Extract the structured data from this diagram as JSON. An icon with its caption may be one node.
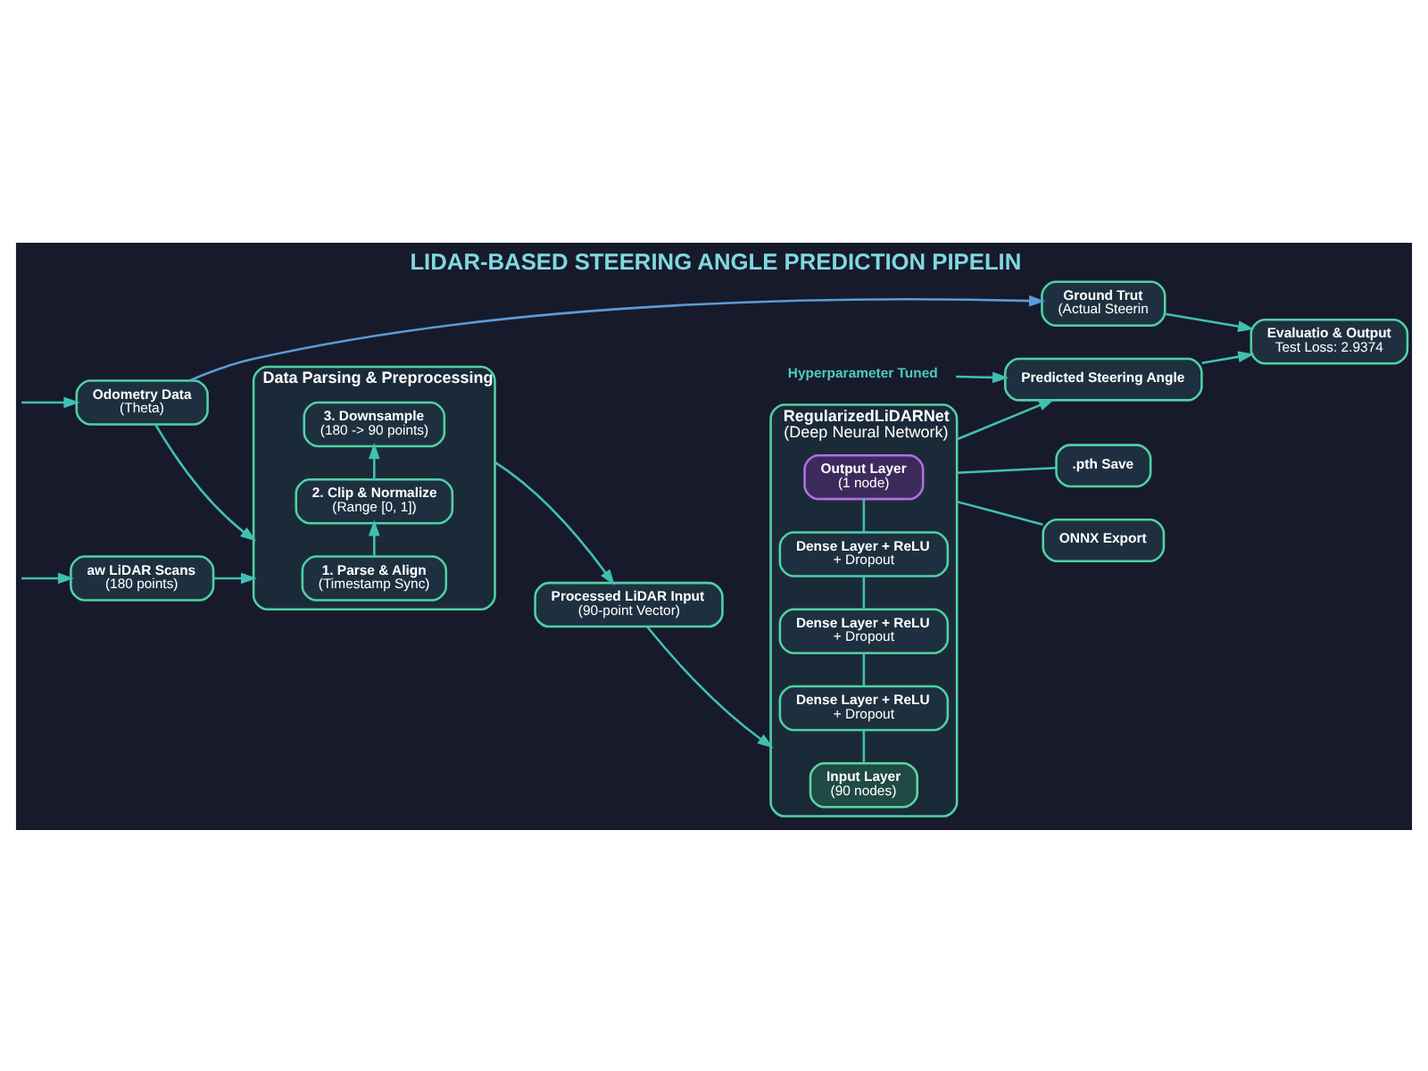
{
  "diagram": {
    "title": "LIDAR-BASED STEERING ANGLE PREDICTION PIPELIN",
    "nodes": [
      {
        "text": [
          "aw LiDAR Scans",
          "(180 points)"
        ]
      },
      {
        "text": [
          "Odometry Data",
          "(Theta)"
        ]
      },
      {
        "text": [
          "Data Parsing & Preprocessing"
        ]
      },
      {
        "text": [
          "1. Parse & Align",
          "(Timestamp Sync)"
        ],
        "in": 2
      },
      {
        "text": [
          "2. Clip & Normalize",
          "(Range [0, 1])"
        ],
        "in": 2
      },
      {
        "text": [
          "3. Downsample",
          "(180 -> 90 points)"
        ],
        "in": 2
      },
      {
        "text": [
          "Processed LiDAR Input",
          "(90-point Vector)"
        ]
      },
      {
        "text": [
          "RegularizedLiDARNet",
          "(Deep Neural Network)"
        ]
      },
      {
        "text": [
          "Input Layer",
          "(90 nodes)"
        ],
        "in": 7
      },
      {
        "text": [
          "Dense Layer + ReLU",
          "+ Dropout"
        ],
        "in": 7
      },
      {
        "text": [
          "Dense Layer + ReLU",
          "+ Dropout"
        ],
        "in": 7
      },
      {
        "text": [
          "Dense Layer + ReLU",
          "+ Dropout"
        ],
        "in": 7
      },
      {
        "text": [
          "Output Layer",
          "(1 node)"
        ],
        "in": 7
      },
      {
        "text": [
          "Hyperparameter Tuned"
        ]
      },
      {
        "text": [
          "Predicted Steering Angle"
        ]
      },
      {
        "text": [
          "Evaluatio & Output",
          "Test Loss: 2.9374"
        ]
      },
      {
        "text": [
          "Ground Trut",
          "(Actual Steerin"
        ]
      },
      {
        "text": [
          "ONNX Export"
        ]
      },
      {
        "text": [
          ".pth Save"
        ]
      }
    ],
    "edges": [
      {
        "from": null,
        "to": 0,
        "arrow": "to"
      },
      {
        "from": null,
        "to": 1,
        "arrow": "to"
      },
      {
        "from": 0,
        "to": 2,
        "arrow": "to"
      },
      {
        "from": 1,
        "to": 2,
        "arrow": "to"
      },
      {
        "from": 3,
        "to": 4,
        "arrow": "to"
      },
      {
        "from": 4,
        "to": 5,
        "arrow": "to"
      },
      {
        "from": 2,
        "to": 6,
        "arrow": "to"
      },
      {
        "from": 6,
        "to": 7,
        "arrow": "to"
      },
      {
        "from": 8,
        "to": 9,
        "arrow": "none"
      },
      {
        "from": 9,
        "to": 10,
        "arrow": "none"
      },
      {
        "from": 10,
        "to": 11,
        "arrow": "none"
      },
      {
        "from": 11,
        "to": 12,
        "arrow": "none"
      },
      {
        "from": 7,
        "to": 14,
        "arrow": "to"
      },
      {
        "from": 13,
        "to": 14,
        "arrow": "to"
      },
      {
        "from": 14,
        "to": 15,
        "arrow": "to"
      },
      {
        "from": 16,
        "to": 15,
        "arrow": "to"
      },
      {
        "from": 1,
        "to": 16,
        "arrow": "to",
        "color": "#5b9bd5"
      },
      {
        "from": 7,
        "to": 17,
        "arrow": "none"
      },
      {
        "from": 7,
        "to": 18,
        "arrow": "none"
      }
    ]
  }
}
